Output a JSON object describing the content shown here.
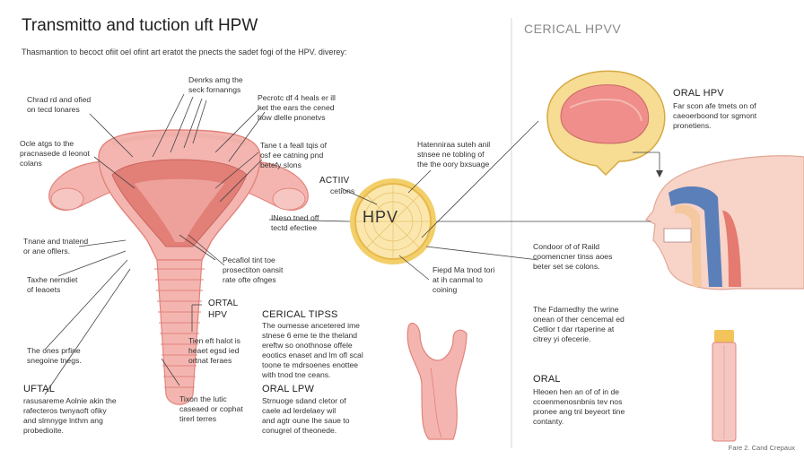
{
  "header": {
    "title": "Transmitto and tuction uft HPW",
    "subtitle": "Thasmantion to becoct ofiit oel ofint art eratot the pnects the sadet fogi of the HPV. diverey:"
  },
  "right_header": {
    "title": "CERICAL HPVV"
  },
  "hpv_label": "HPV",
  "labels": {
    "top_center": "Denrks amg the\nseck fornanngs",
    "top_mid": "Pecrotc df 4 heals er ill\nhet the ears the cened\nhow dlelle pnonetvs",
    "left_1": "Chrad rd and ofied\non tecd lonares",
    "left_2": "Ocle atgs to the\npracnasede d leonot\ncolans",
    "mid_right_1": "Tane t a feall tqis of\nosf ee catning pnd\nbetefy slons",
    "left_3": "Tnane and tnatend\nor ane ofllers.",
    "left_4": "Taxhe nerndiet\nof leaoets",
    "center_1": "INeso tned off\ntectd efectiee",
    "mid_right_2": "Pecafiol tint toe\nprosectiton oansit\nrate ofte ofnges",
    "oral_hpv_left": "ORTAL\nHPV",
    "oral_hpv_left_text": "Tien eft halot is\nheaet egsd ied\nortnat feraes",
    "left_5": "The ones prfine\nsnegoine tnegs.",
    "left_6": "Tixon the lutic\ncaseaed or cophat\ntirerl terres",
    "activ_head": "ACTIIV",
    "activ_text": "cetions",
    "top_right_center": "Hatenniraa suteh anil\nstnsee ne tobling of\nthe the oory bxsuage",
    "bottom_center": "Fiepd Ma tnod tori\nat ih canmal to\ncoining",
    "oral_hpv_right_head": "ORAL HPV",
    "oral_hpv_right_text": "Far scon afe tmets on of\ncaeoerboond tor sgmont\npronetiens.",
    "right_1": "Condoor of of Raild\ncoomencner tinss aoes\nbeter set se colons.",
    "right_2": "The Fdarnedhy the wrine\nonean of ther cencemal ed\nCetlior t dar rtaperine at\ncitrey yi ofecerie.",
    "oral_right_head": "ORAL",
    "oral_right_text": "Hleoen hen an of of in de\nccoenmenosnbnis tev nos\npronee ang tnl beyeort tine\ncontanty."
  },
  "sections": {
    "utfal_head": "UFTAL",
    "utfal_text": "rasusareme Aolnie akin the\nrafecteros twnyaoft ofiky\nand slmnyge lnthm ang\nprobedioite.",
    "cerical_head": "CERICAL TIPSS",
    "cerical_text": "The oumesse ancetered ime\nstnese 6 eme te the theland\nereftw so onothnose offele\neootics enaset and lm ofl scal\ntoone te mdrsoenes enottee\nwith tnod tne ceans.",
    "oral_lpw_head": "ORAL LPW",
    "oral_lpw_text": "Strnuoge sdand cletor of\ncaele ad lerdelaey wil\nand agtr oune lhe saue to\nconugrel of theonede."
  },
  "footer": "Fare 2. Cand Crepaux",
  "colors": {
    "uterus_fill": "#f4b5b0",
    "uterus_dark": "#e2837c",
    "hpv_fill": "#fbe3a0",
    "hpv_ring": "#f1c85a",
    "brain_fill": "#f7dc94",
    "brain_inner": "#ef8e8a",
    "skin": "#f8d3c8",
    "airway_blue": "#5b7fb8"
  }
}
